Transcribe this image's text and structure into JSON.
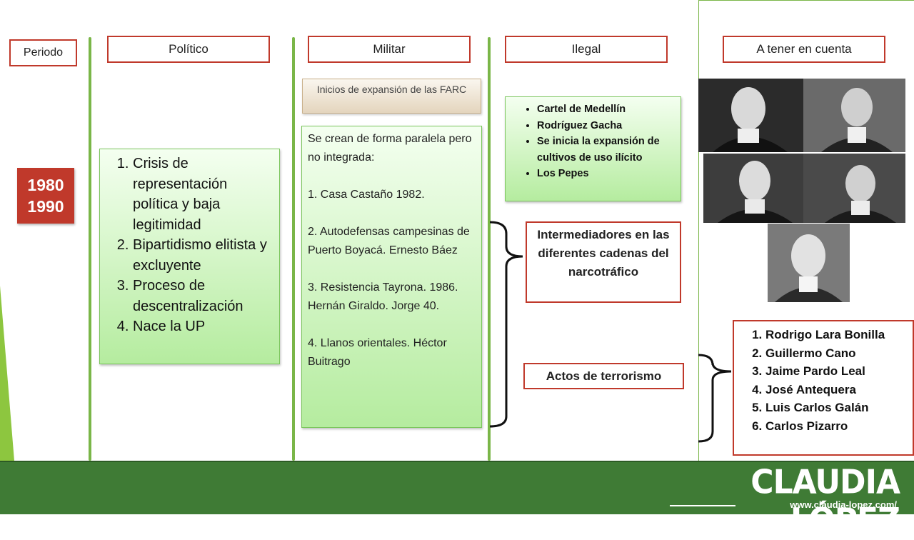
{
  "headers": {
    "periodo": "Periodo",
    "politico": "Político",
    "militar": "Militar",
    "ilegal": "Ilegal",
    "tener": "A tener en cuenta"
  },
  "period": {
    "start": "1980",
    "end": "1990"
  },
  "politico": {
    "items": [
      "Crisis de representación política y baja legitimidad",
      "Bipartidismo elitista y excluyente",
      "Proceso de descentralización",
      "Nace la UP"
    ]
  },
  "militar": {
    "farc_note": "Inicios de expansión de las FARC",
    "intro": "Se crean de forma paralela pero no integrada:",
    "groups": [
      "1. Casa Castaño 1982.",
      "2. Autodefensas campesinas de Puerto Boyacá. Ernesto Báez",
      "3. Resistencia Tayrona. 1986. Hernán Giraldo. Jorge 40.",
      "4. Llanos orientales. Héctor Buitrago"
    ]
  },
  "ilegal": {
    "items": [
      "Cartel de Medellín",
      "Rodríguez Gacha",
      "Se inicia la expansión de cultivos de uso ilícito",
      "Los Pepes"
    ],
    "intermediarios": "Intermediadores en las diferentes cadenas del narcotráfico",
    "terrorismo": "Actos de terrorismo"
  },
  "tener": {
    "victims": [
      "Rodrigo Lara Bonilla",
      "Guillermo Cano",
      "Jaime Pardo Leal",
      "José Antequera",
      "Luis Carlos Galán",
      "Carlos Pizarro"
    ]
  },
  "footer": {
    "brand": "CLAUDIA LÓPEZ",
    "url": "www.claudia-lopez.com/"
  },
  "colors": {
    "accent_red": "#c0392b",
    "accent_green": "#7ab648",
    "footer_green": "#3f7b35"
  }
}
